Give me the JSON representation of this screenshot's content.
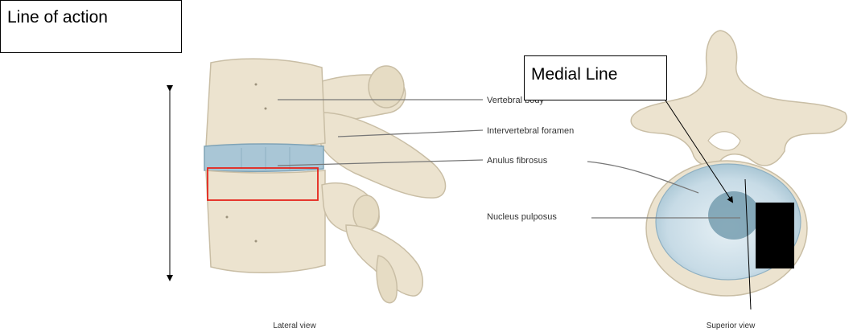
{
  "annotation_boxes": {
    "line_of_action": "Line of action",
    "medial_line": "Medial Line"
  },
  "labels": {
    "vertebral_body": "Vertebral body",
    "intervertebral_foramen": "Intervertebral foramen",
    "anulus_fibrosus": "Anulus fibrosus",
    "nucleus_pulposus": "Nucleus pulposus"
  },
  "captions": {
    "lateral": "Lateral view",
    "superior": "Superior view"
  },
  "colors": {
    "bone": "#ece3cf",
    "bone_edge": "#c9bea5",
    "disc": "#a9c6d6",
    "disc_light": "#d7e6ee",
    "nucleus": "#6f98ab",
    "highlight_box": "#e5241b",
    "redaction": "#000000"
  }
}
